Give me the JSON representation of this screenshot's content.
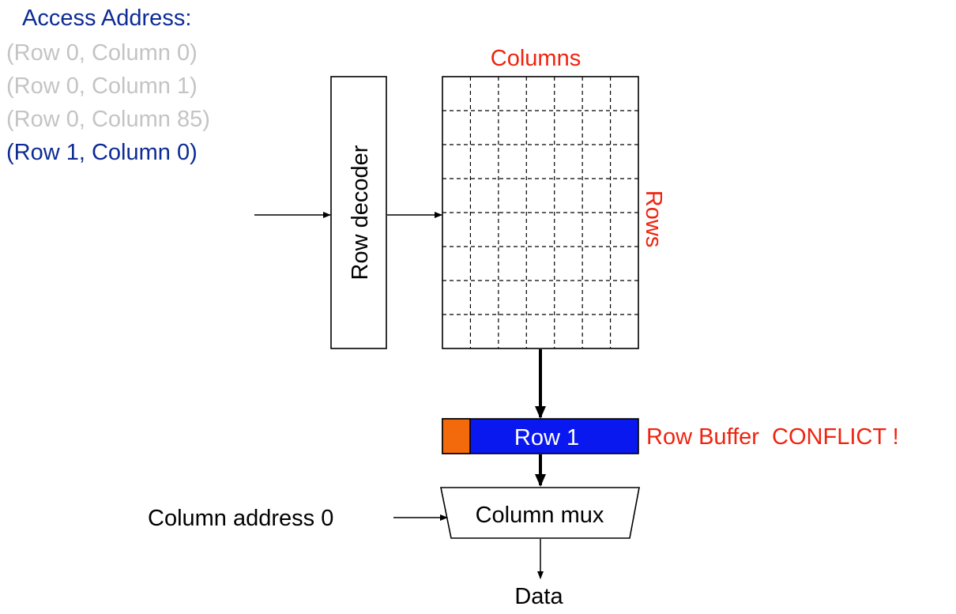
{
  "access": {
    "heading": "Access Address:",
    "addresses": [
      {
        "text": "(Row 0, Column 0)",
        "state": "past"
      },
      {
        "text": "(Row 0, Column 1)",
        "state": "past"
      },
      {
        "text": "(Row 0, Column 85)",
        "state": "past"
      },
      {
        "text": "(Row 1, Column 0)",
        "state": "current"
      }
    ]
  },
  "decoder": {
    "label": "Row decoder"
  },
  "array": {
    "columns_label": "Columns",
    "rows_label": "Rows"
  },
  "row_buffer": {
    "content": "Row 1",
    "status": "Row Buffer  CONFLICT !"
  },
  "column_mux": {
    "label": "Column mux",
    "address_label": "Column address 0"
  },
  "output": {
    "label": "Data"
  },
  "colors": {
    "heading_blue": "#0d2b94",
    "past_gray": "#c4c4c4",
    "accent_red": "#f0230f",
    "buffer_blue": "#0a18f0",
    "buffer_orange": "#f26a0b",
    "line": "#000000"
  }
}
